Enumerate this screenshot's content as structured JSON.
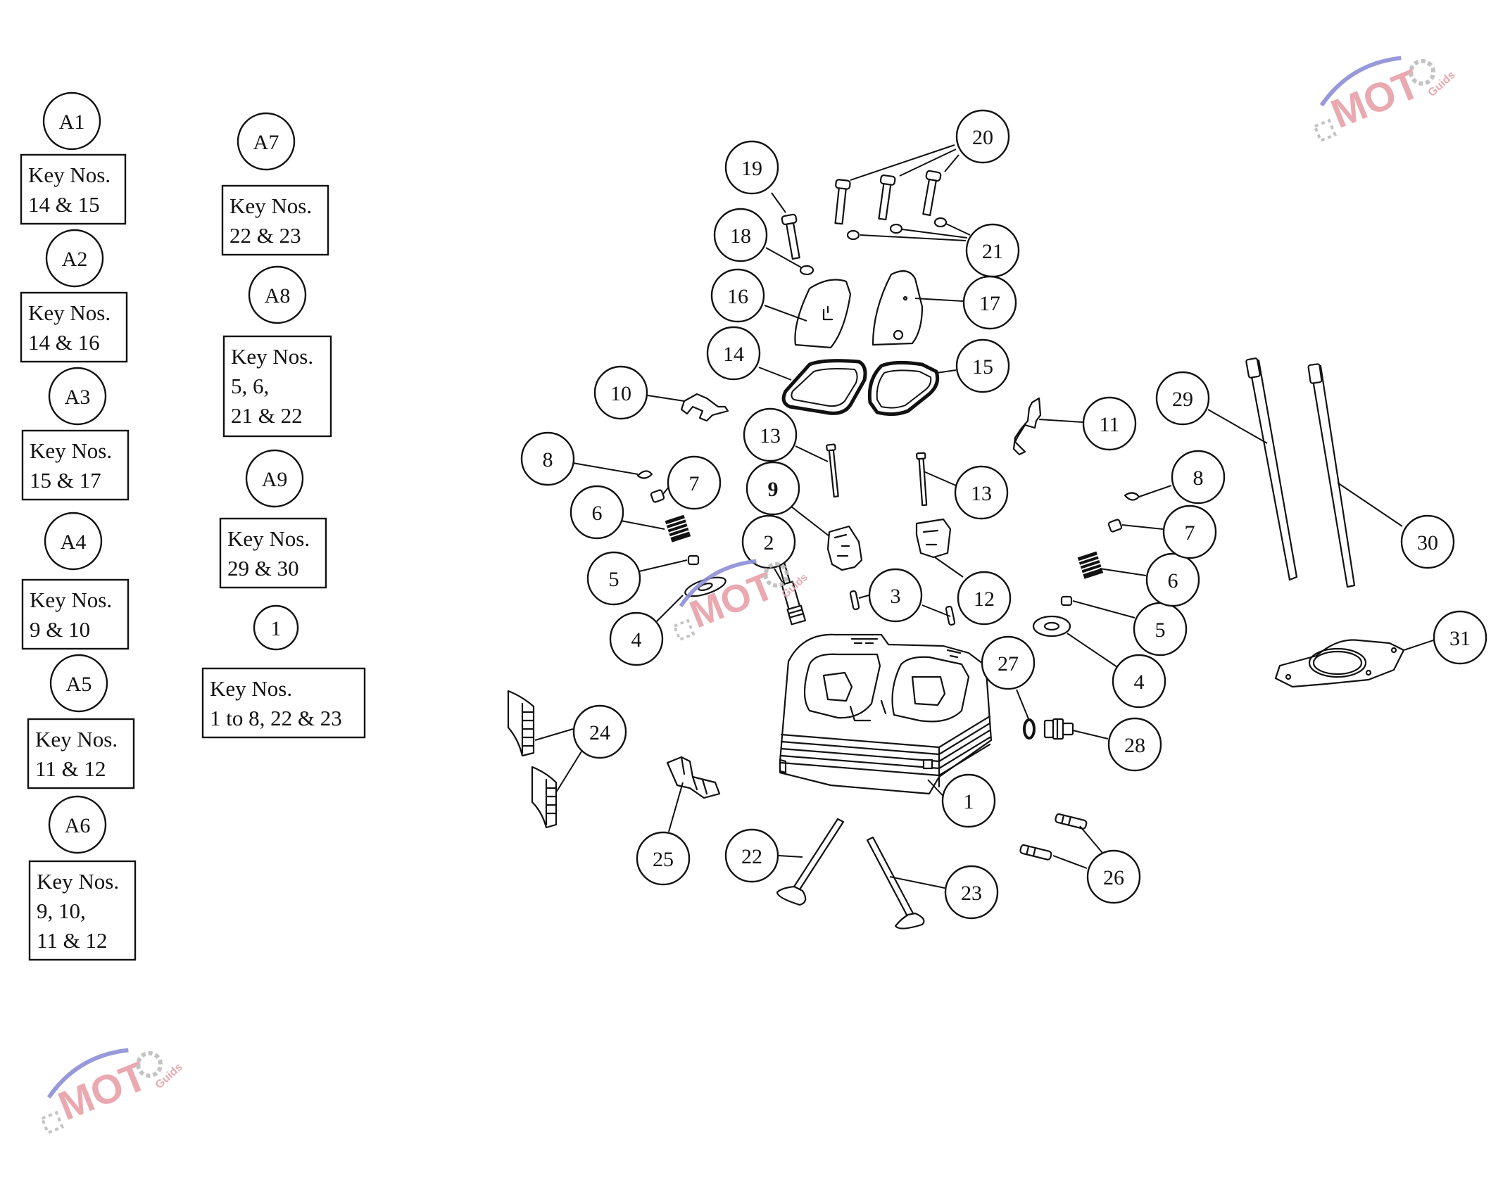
{
  "assemblies": [
    {
      "id": "A1",
      "lines": [
        "Key Nos.",
        "14 & 15"
      ]
    },
    {
      "id": "A2",
      "lines": [
        "Key Nos.",
        "14 & 16"
      ]
    },
    {
      "id": "A3",
      "lines": [
        "Key Nos.",
        "15 & 17"
      ]
    },
    {
      "id": "A4",
      "lines": [
        "Key Nos.",
        "9 & 10"
      ]
    },
    {
      "id": "A5",
      "lines": [
        "Key Nos.",
        "11 & 12"
      ]
    },
    {
      "id": "A6",
      "lines": [
        "Key Nos.",
        "9, 10,",
        "11 & 12"
      ]
    },
    {
      "id": "A7",
      "lines": [
        "Key Nos.",
        "22 & 23"
      ]
    },
    {
      "id": "A8",
      "lines": [
        "Key Nos.",
        "5, 6,",
        "21 & 22"
      ]
    },
    {
      "id": "A9",
      "lines": [
        "Key Nos.",
        "29 & 30"
      ]
    },
    {
      "id": "1",
      "lines": [
        "Key Nos.",
        "1 to 8, 22 & 23"
      ]
    }
  ],
  "callouts": [
    "1",
    "2",
    "3",
    "4",
    "4",
    "5",
    "5",
    "6",
    "6",
    "7",
    "7",
    "8",
    "8",
    "9",
    "10",
    "11",
    "12",
    "13",
    "13",
    "14",
    "15",
    "16",
    "17",
    "18",
    "19",
    "20",
    "21",
    "22",
    "23",
    "24",
    "25",
    "26",
    "27",
    "28",
    "29",
    "30",
    "31"
  ],
  "watermark": {
    "main": "MOT",
    "sub": "Guids"
  },
  "colors": {
    "line": "#111111",
    "watermark_red": "#e8a0a8",
    "watermark_blue": "#8d8fd6",
    "watermark_gray": "#bdbdbd"
  }
}
